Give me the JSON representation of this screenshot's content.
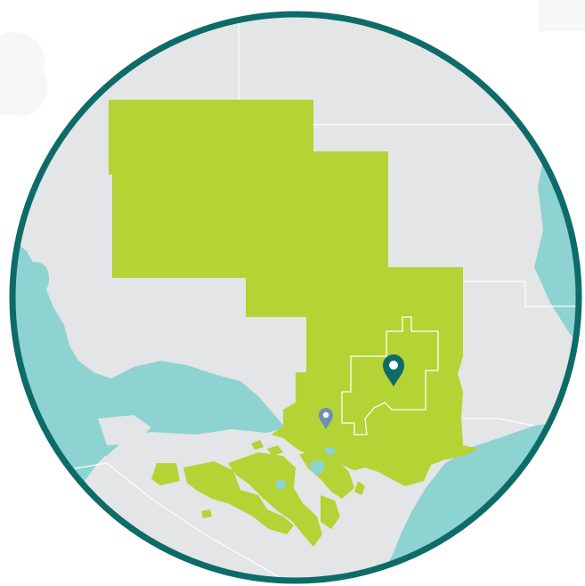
{
  "map": {
    "colors": {
      "background": "#ffffff",
      "water": "#8dd3d2",
      "land": "#e4e5e6",
      "land_lines": "#ffffff",
      "region": "#b4d334",
      "region_outline": "#ffffff",
      "ring": "#0d6b68",
      "primary_marker": "#0d6b68",
      "secondary_marker": "#6f8fb8",
      "marker_dot": "#ffffff"
    },
    "markers": [
      {
        "name": "primary-location",
        "icon": "map-pin-icon",
        "emphasis": "primary"
      },
      {
        "name": "secondary-location",
        "icon": "map-pin-icon",
        "emphasis": "secondary"
      }
    ]
  }
}
